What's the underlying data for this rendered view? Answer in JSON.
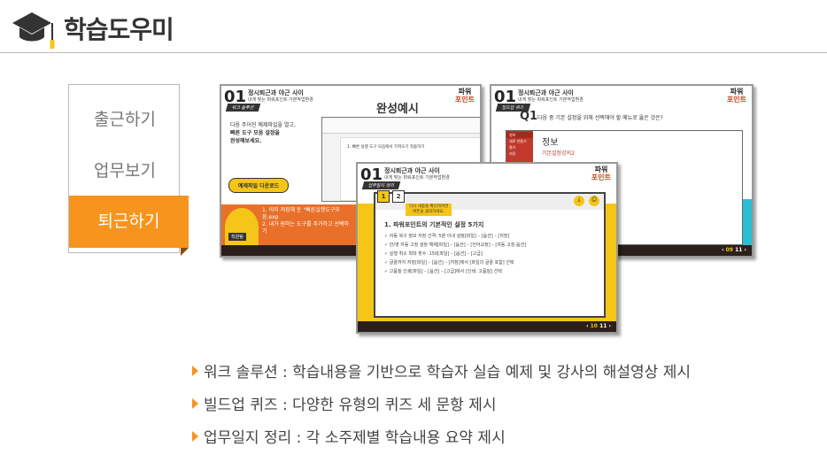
{
  "header": {
    "title": "학습도우미",
    "icon": "graduation-cap-icon"
  },
  "sidebar": {
    "items": [
      {
        "label": "출근하기"
      },
      {
        "label": "업무보기"
      },
      {
        "label": "퇴근하기",
        "active": true
      }
    ]
  },
  "shots": {
    "common": {
      "num": "01",
      "title": "정시퇴근과 야근 사이",
      "subtitle": "내게 맞는 파워포인트 기본작업환경",
      "logo1": "파워",
      "logo2": "포인트"
    },
    "work": {
      "tag": "워크 솔루션",
      "desc1": "다음 주어진 예제파일을 열고,",
      "desc2": "빠른 도구 모음 설정을",
      "desc3": "완성해보세요.",
      "example": "완성예시",
      "download": "예제파일 다운로드",
      "note1": "1. 이미 저장해 둔 \"빠른실행도구모음.exp",
      "note2": "2. 내가 원하는 도구를 추가하고 선택하기",
      "char": "직원팀",
      "slide_text": "1.  빠른 실행 도구 모음에서 가져오기 적용하기"
    },
    "quiz": {
      "tag": "빌드업 퀴즈",
      "q": "Q1",
      "question": "다음 중 기본 설정을 위해 선택해야 할 메뉴로 옳은 것은?",
      "panel_title": "정보",
      "panel_sub": "기본설정강의2",
      "menu": [
        "정보",
        "새로 만들기",
        "열기",
        "저장"
      ],
      "page_cur": "09",
      "page_total": "11"
    },
    "journal": {
      "tag": "업무일지 정리",
      "tabs": [
        "1",
        "2"
      ],
      "tooltip1": "다시 내용을 확인하려면",
      "tooltip2": "버튼을 클릭하세요.",
      "heading": "1. 파워포인트의 기본적인 설정 5가지",
      "items": [
        "자동 복구 정보 저장 간격: 5분 이내 설정[파일] – [옵션] – [저장]",
        "한/영 자동 고침 설정 해제[파일] – [옵션] – [언어교정] – [자동 고침 옵션]",
        "실행 취소 최대 횟수: 150[파일] – [옵션] – [고급]",
        "글꼴까지 저장[파일] – [옵션] – [저장]에서 [파일의 글꼴 포함] 선택",
        "고품질 인쇄[파일] – [옵션] – [고급]에서 [인쇄: 고품질] 선택"
      ],
      "page_cur": "10",
      "page_total": "11"
    }
  },
  "bullets": [
    {
      "label": "워크 솔루션 : 학습내용을 기반으로 학습자 실습 예제 및 강사의 해설영상 제시"
    },
    {
      "label": "빌드업 퀴즈 : 다양한 유형의 퀴즈 세 문항 제시"
    },
    {
      "label": "업무일지 정리 : 각 소주제별 학습내용 요약 제시"
    }
  ],
  "colors": {
    "accent": "#f7941e",
    "yellow": "#f5c518",
    "teal": "#2bbcd4"
  }
}
